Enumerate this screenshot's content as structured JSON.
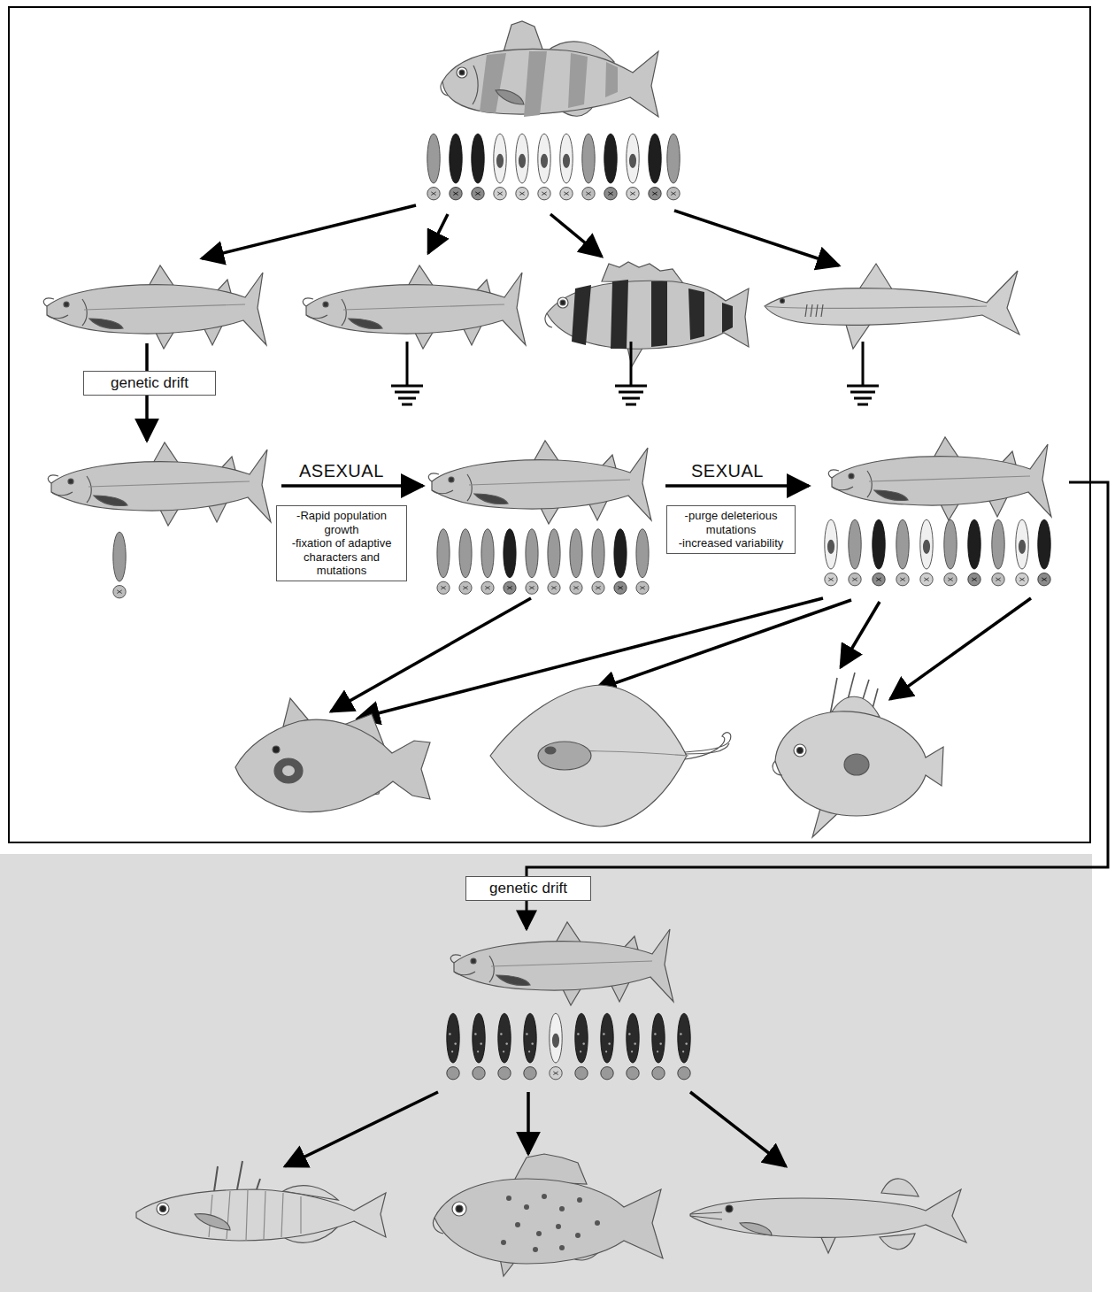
{
  "diagram": {
    "nodes": [
      {
        "text": [
          "genetic drift"
        ]
      },
      {
        "text": [
          "-Rapid population growth",
          "-fixation of adaptive characters and mutations"
        ]
      },
      {
        "text": [
          "-purge deleterious mutations",
          "-increased variability"
        ]
      },
      {
        "text": [
          "genetic drift"
        ]
      }
    ],
    "labels": [
      "ASEXUAL",
      "SEXUAL"
    ]
  }
}
